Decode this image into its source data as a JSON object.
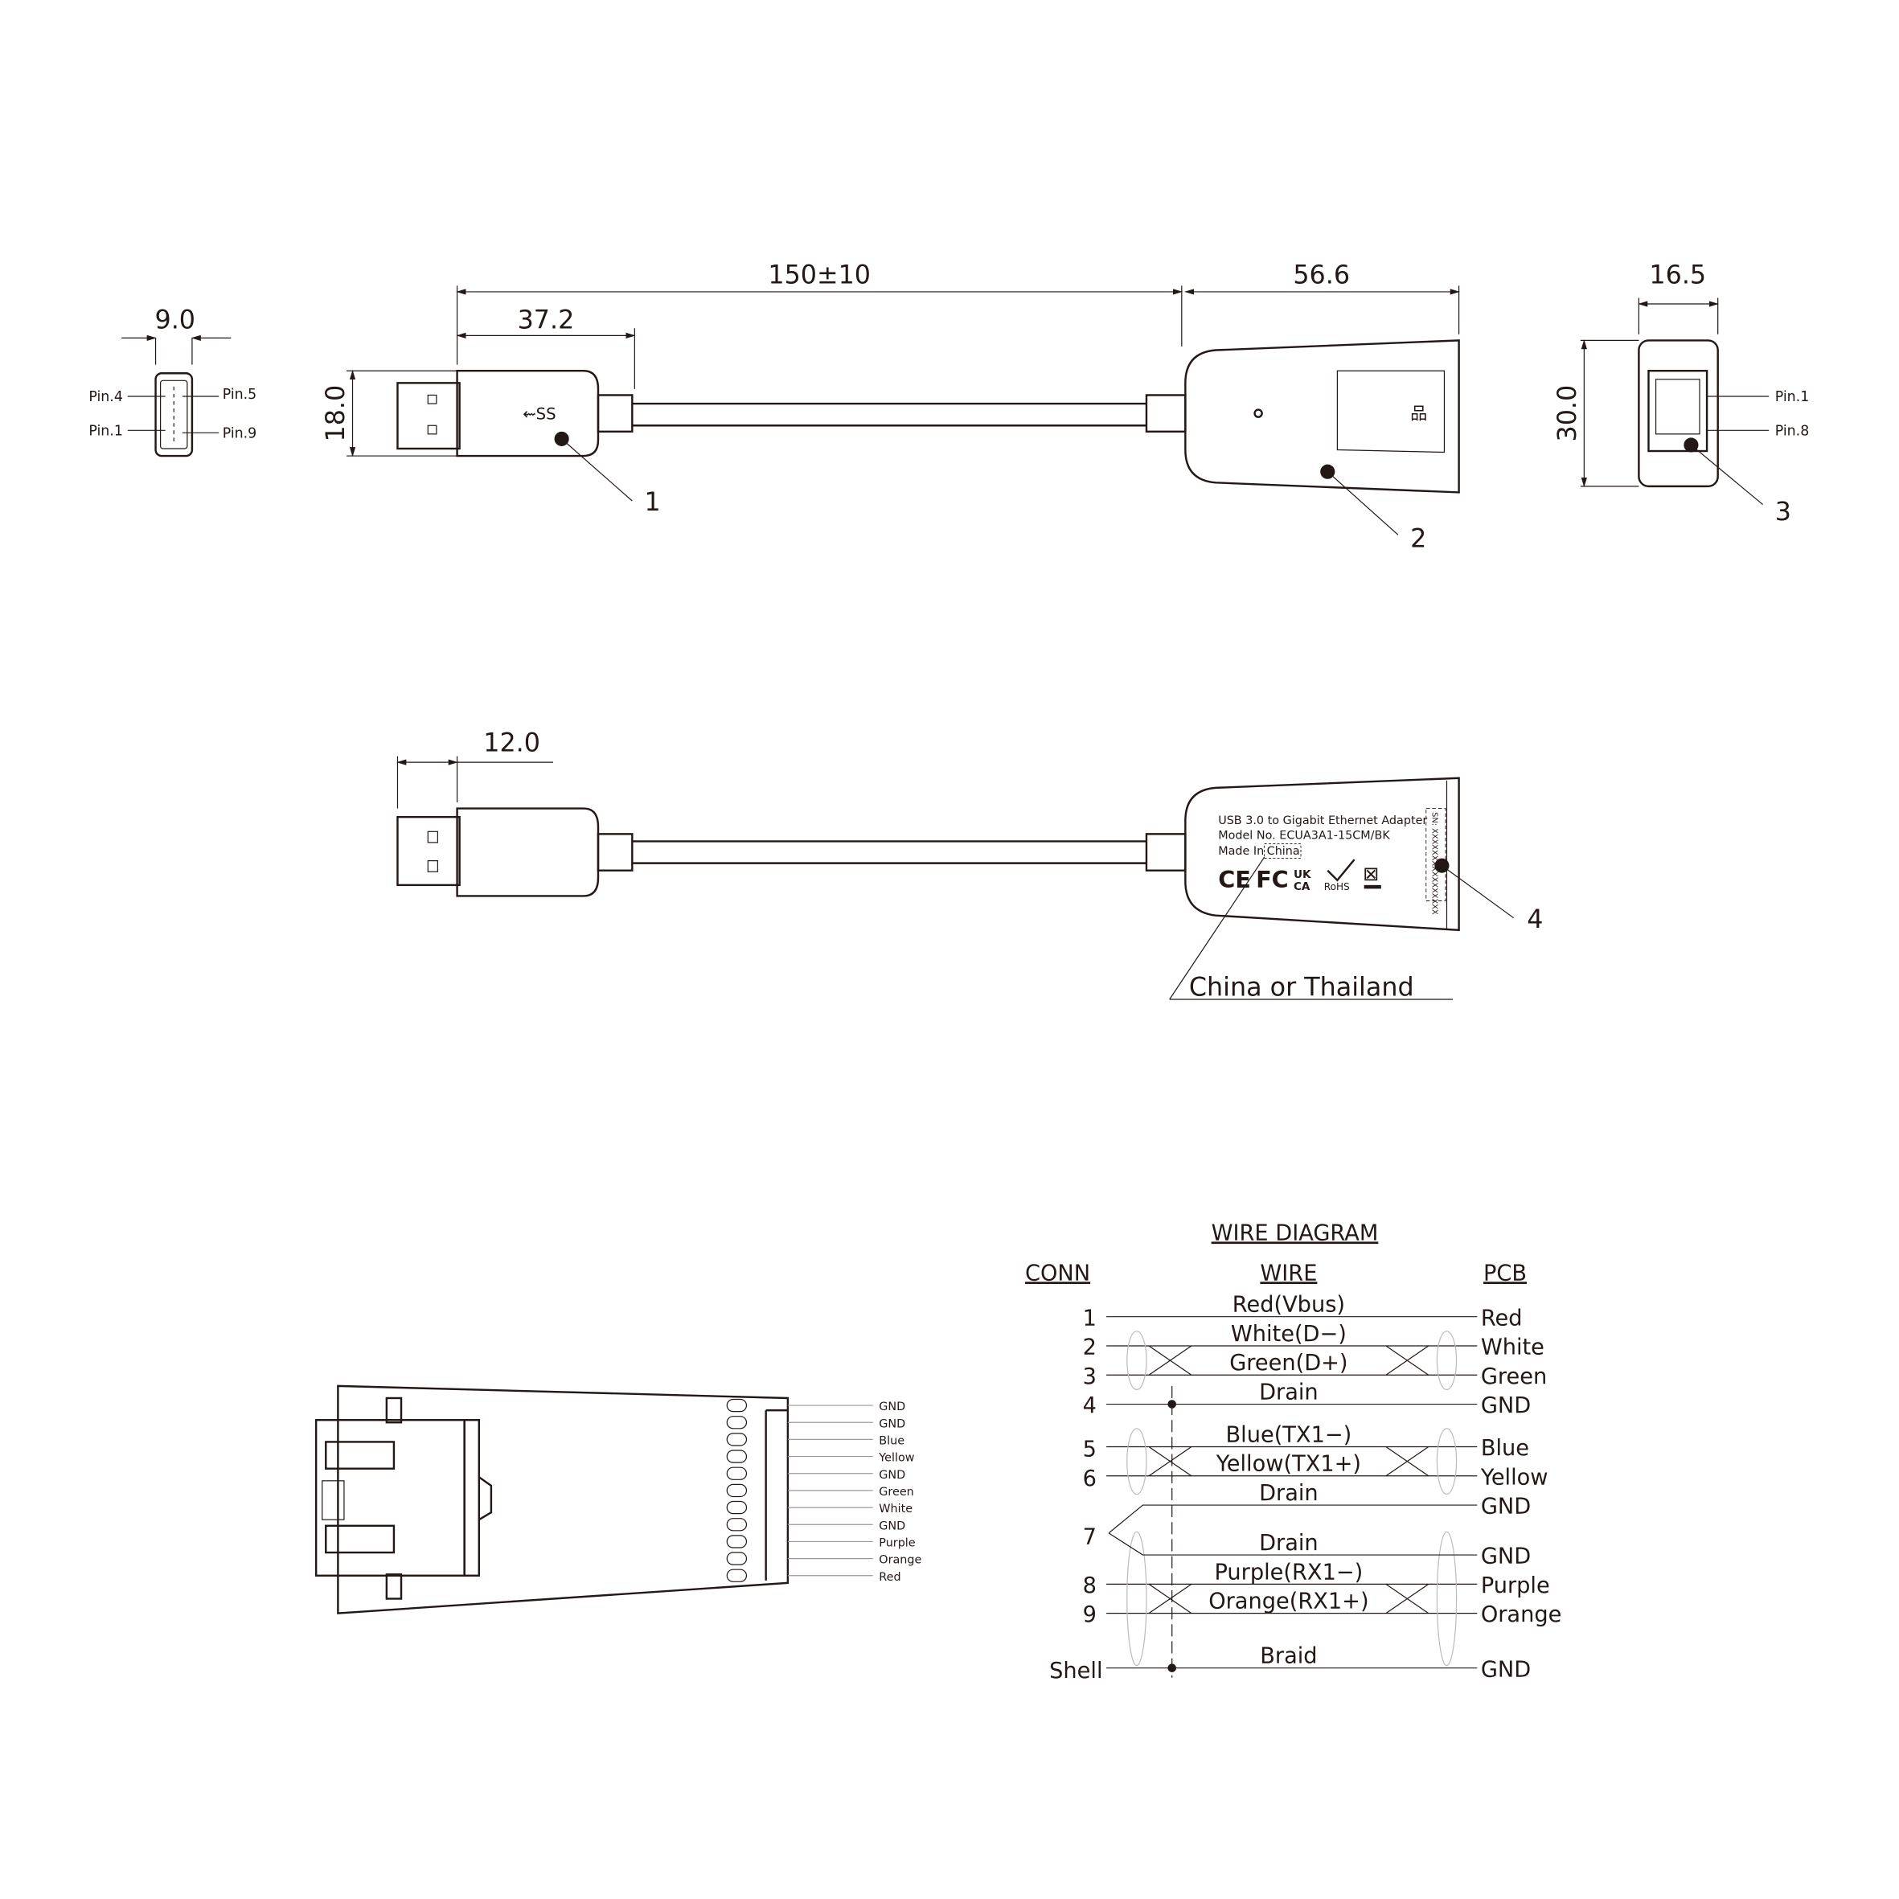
{
  "dimensions": {
    "cable_length": "150±10",
    "plug_body_length": "37.2",
    "adapter_length": "56.6",
    "adapter_width": "16.5",
    "plug_front_width": "9.0",
    "plug_height": "18.0",
    "adapter_height": "30.0",
    "plug_tip_length": "12.0"
  },
  "usb_front_view": {
    "pin4": "Pin.4",
    "pin5": "Pin.5",
    "pin1": "Pin.1",
    "pin9": "Pin.9"
  },
  "rj45_end_view": {
    "pin1": "Pin.1",
    "pin8": "Pin.8"
  },
  "callouts": [
    "1",
    "2",
    "3",
    "4"
  ],
  "label": {
    "line1": "USB 3.0 to Gigabit Ethernet Adapter",
    "line2": "Model No. ECUA3A1-15CM/BK",
    "line3_prefix": "Made In",
    "line3_country": "China",
    "serial": "SN: XXXXXXXXXXXXXXXX",
    "marks": [
      "CE",
      "FC",
      "UK CA",
      "RoHS"
    ],
    "origin_note": "China  or  Thailand"
  },
  "pcb_pads": [
    "GND",
    "GND",
    "Blue",
    "Yellow",
    "GND",
    "Green",
    "White",
    "GND",
    "Purple",
    "Orange",
    "Red"
  ],
  "wire_diagram": {
    "title": "WIRE  DIAGRAM",
    "headers": {
      "conn": "CONN",
      "wire": "WIRE",
      "pcb": "PCB"
    },
    "rows": [
      {
        "conn": "1",
        "wire": "Red(Vbus)",
        "pcb": "Red"
      },
      {
        "conn": "2",
        "wire": "White(D−)",
        "pcb": "White"
      },
      {
        "conn": "3",
        "wire": "Green(D+)",
        "pcb": "Green"
      },
      {
        "conn": "4",
        "wire": "Drain",
        "pcb": "GND"
      },
      {
        "conn": "5",
        "wire": "Blue(TX1−)",
        "pcb": "Blue"
      },
      {
        "conn": "6",
        "wire": "Yellow(TX1+)",
        "pcb": "Yellow"
      },
      {
        "conn": "7",
        "wire": "Drain",
        "pcb": "GND"
      },
      {
        "conn": "",
        "wire": "Drain",
        "pcb": "GND"
      },
      {
        "conn": "8",
        "wire": "Purple(RX1−)",
        "pcb": "Purple"
      },
      {
        "conn": "9",
        "wire": "Orange(RX1+)",
        "pcb": "Orange"
      },
      {
        "conn": "Shell",
        "wire": "Braid",
        "pcb": "GND"
      }
    ]
  }
}
